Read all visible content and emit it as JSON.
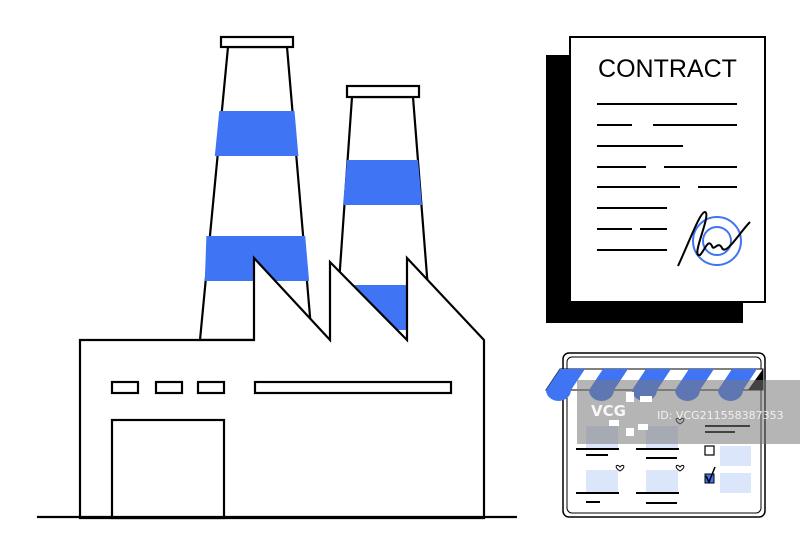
{
  "contract": {
    "title": "CONTRACT"
  },
  "watermark": {
    "brand": "VCG",
    "id_text": "ID: VCG211558387353"
  },
  "colors": {
    "accent": "#3f74f5",
    "light_accent": "#dbe6fa",
    "ink": "#000000"
  }
}
